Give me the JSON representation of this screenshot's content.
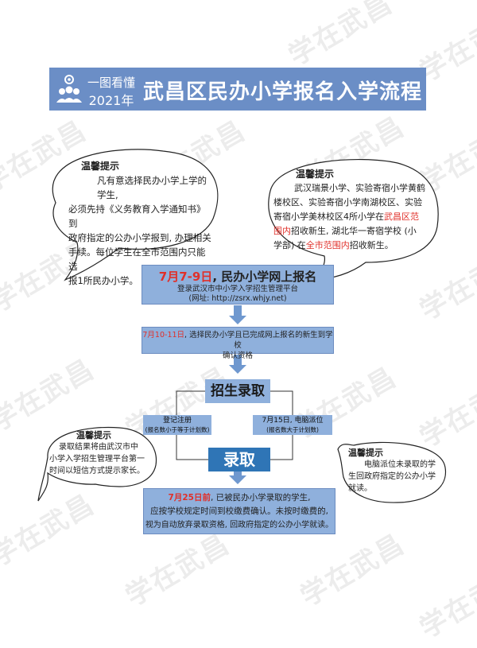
{
  "watermark": "学在武昌",
  "header": {
    "sub_line1": "一图看懂",
    "sub_line2": "2021年",
    "title": "武昌区民办小学报名入学流程"
  },
  "tips": {
    "top_left": {
      "title": "温馨提示",
      "line1": "凡有意选择民办小学上学的学生,",
      "line2": "必须先持《义务教育入学通知书》到",
      "line3": "政府指定的公办小学报到, 办理相关",
      "line4": "手续。每位学生在全市范围内只能选",
      "line5": "报1所民办小学。"
    },
    "top_right": {
      "title": "温馨提示",
      "line1": "武汉瑞景小学、实验寄宿小学黄鹤",
      "line2": "楼校区、实验寄宿小学南湖校区、实验",
      "line3a": "寄宿小学美林校区4所小学在",
      "line3_red": "武昌区范",
      "line4_red": "围内",
      "line4b": "招收新生, 湖北华一寄宿学校 (小",
      "line5a": "学部) 在",
      "line5_red": "全市范围内",
      "line5b": "招收新生。"
    },
    "mid_left": {
      "title": "温馨提示",
      "line1": "录取结果将由武汉市中",
      "line2": "小学入学招生管理平台第一",
      "line3": "时间以短信方式提示家长。"
    },
    "mid_right": {
      "title": "温馨提示",
      "line1": "电脑派位未录取的学",
      "line2": "生回政府指定的公办小学",
      "line3": "就读。"
    }
  },
  "steps": {
    "step1": {
      "date": "7月7-9日",
      "title": ", 民办小学网上报名",
      "line1": "登录武汉市中小学入学招生管理平台",
      "line2": "(网址: http://zsrx.whjy.net)"
    },
    "step2": {
      "date": "7月10-11日",
      "line1": ", 选择民办小学且已完成网上报名的新生到学校",
      "line2": "确认资格"
    },
    "enroll": "招生录取",
    "branch_left": {
      "label": "登记注册",
      "note": "(报名数小于等于计划数)"
    },
    "branch_right": {
      "label": "7月15日, 电脑派位",
      "note": "(报名数大于计划数)"
    },
    "admit": "录取",
    "final": {
      "date": "7月25日前",
      "line1": ", 已被民办小学录取的学生,",
      "line2": "应按学校规定时间到校缴费确认。未按时缴费的,",
      "line3": "视为自动放弃录取资格, 回政府指定的公办小学就读。"
    }
  },
  "colors": {
    "header_bg": "#6b8ec6",
    "box_bg": "#8fb0dc",
    "arrow": "#6f98cf",
    "highlight": "#e0302a",
    "admit_bg": "#2f75b6"
  }
}
